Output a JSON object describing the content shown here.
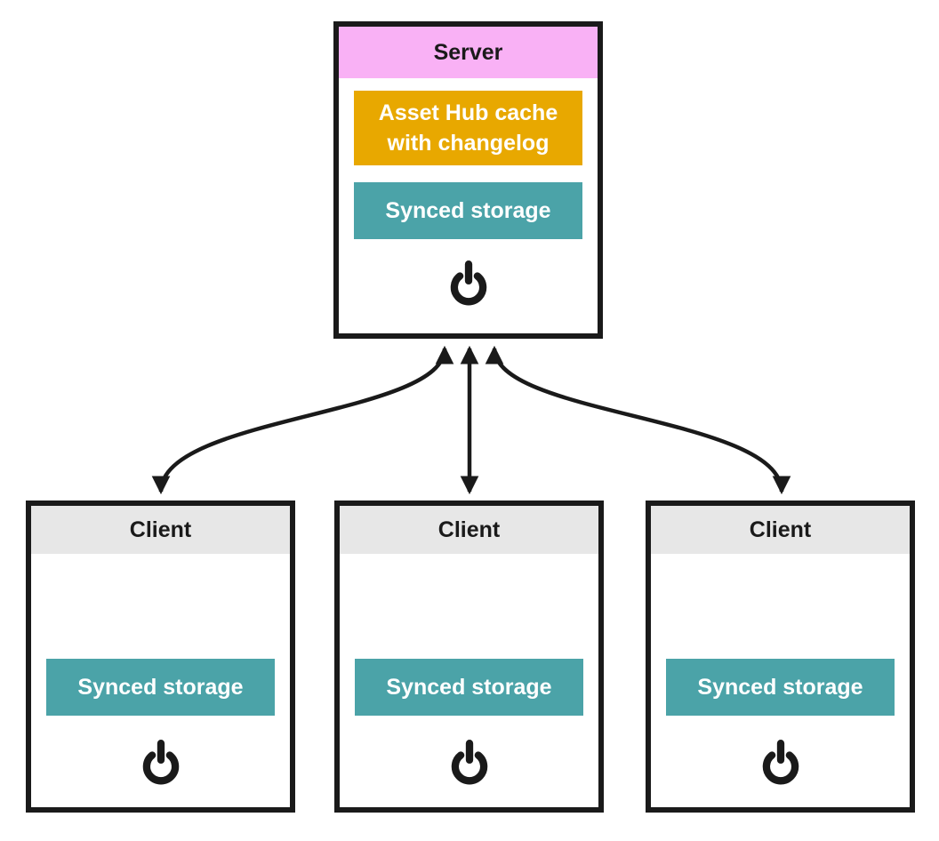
{
  "colors": {
    "outline": "#1a1a1a",
    "server_header_bg": "#f9b1f5",
    "asset_hub_bg": "#e8a800",
    "synced_storage_bg": "#4ba3a8",
    "client_header_bg": "#e7e7e7",
    "canvas_bg": "#ffffff",
    "block_text": "#ffffff",
    "header_text": "#1a1a1a"
  },
  "server": {
    "title": "Server",
    "asset_hub_label": "Asset Hub cache with changelog",
    "synced_storage_label": "Synced storage"
  },
  "clients": [
    {
      "title": "Client",
      "synced_storage_label": "Synced storage"
    },
    {
      "title": "Client",
      "synced_storage_label": "Synced storage"
    },
    {
      "title": "Client",
      "synced_storage_label": "Synced storage"
    }
  ],
  "icons": {
    "power": "power-icon"
  },
  "connections": [
    {
      "from": "client-1",
      "to": "server",
      "type": "bidirectional",
      "shape": "s-curve"
    },
    {
      "from": "client-2",
      "to": "server",
      "type": "bidirectional",
      "shape": "straight"
    },
    {
      "from": "client-3",
      "to": "server",
      "type": "bidirectional",
      "shape": "s-curve"
    }
  ]
}
